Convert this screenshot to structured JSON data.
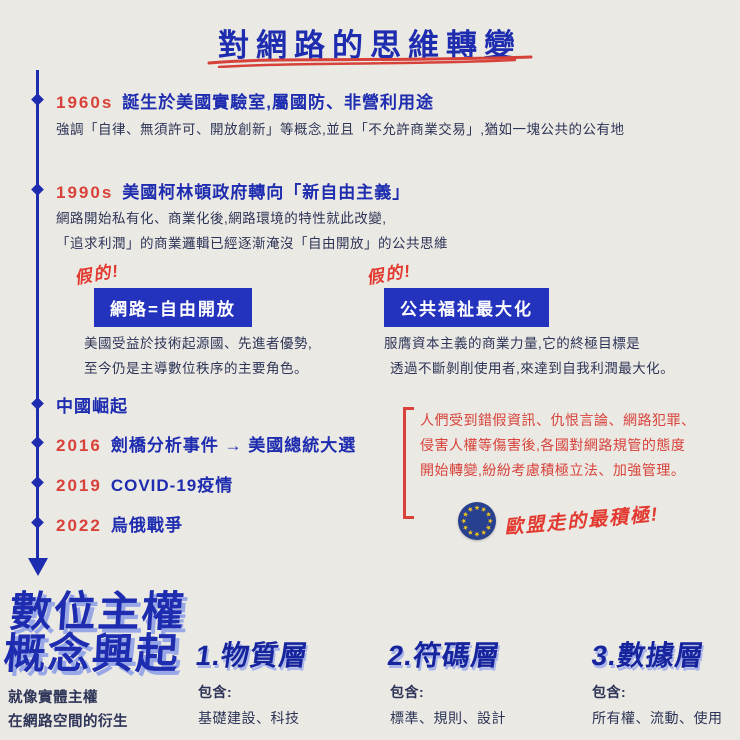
{
  "title": "對網路的思維轉變",
  "timeline": {
    "items": [
      {
        "year": "1960s",
        "heading": "誕生於美國實驗室,屬國防、非營利用途",
        "body1": "強調「自律、無須許可、開放創新」等概念,並且「不允許商業交易」,猶如一塊公共的公有地"
      },
      {
        "year": "1990s",
        "heading": "美國柯林頓政府轉向「新自由主義」",
        "body1": "網路開始私有化、商業化後,網路環境的特性就此改變,",
        "body2": "「追求利潤」的商業邏輯已經逐漸淹沒「自由開放」的公共思維"
      },
      {
        "heading": "中國崛起"
      },
      {
        "year": "2016",
        "heading": "劍橋分析事件 → 美國總統大選"
      },
      {
        "year": "2019",
        "heading": "COVID-19疫情"
      },
      {
        "year": "2022",
        "heading": "烏俄戰爭"
      }
    ]
  },
  "myths": {
    "stamp": "假的!",
    "cards": [
      {
        "label": "網路=自由開放",
        "caption1": "美國受益於技術起源國、先進者優勢,",
        "caption2": "至今仍是主導數位秩序的主要角色。"
      },
      {
        "label": "公共福祉最大化",
        "caption1": "服膺資本主義的商業力量,它的終極目標是",
        "caption2": "透過不斷剝削使用者,來達到自我利潤最大化。"
      }
    ]
  },
  "regulation_note": {
    "line1": "人們受到錯假資訊、仇恨言論、網路犯罪、",
    "line2": "侵害人權等傷害後,各國對網路規管的態度",
    "line3": "開始轉變,紛紛考慮積極立法、加強管理。",
    "eu_note": "歐盟走的最積極!"
  },
  "sovereignty": {
    "title_line1": "數位主權",
    "title_line2": "概念興起",
    "caption1": "就像實體主權",
    "caption2": "在網路空間的衍生",
    "layers": [
      {
        "heading": "1.物質層",
        "sub": "包含:",
        "items": "基礎建設、科技"
      },
      {
        "heading": "2.符碼層",
        "sub": "包含:",
        "items": "標準、規則、設計"
      },
      {
        "heading": "3.數據層",
        "sub": "包含:",
        "items": "所有權、流動、使用"
      }
    ]
  },
  "colors": {
    "primary_blue": "#1e2cb0",
    "accent_red": "#d8423b",
    "navy_text": "#2d3457",
    "background": "#ebe9e3",
    "box_blue": "#2333bd",
    "eu_blue": "#27408f",
    "eu_star_yellow": "#f2c41d"
  }
}
